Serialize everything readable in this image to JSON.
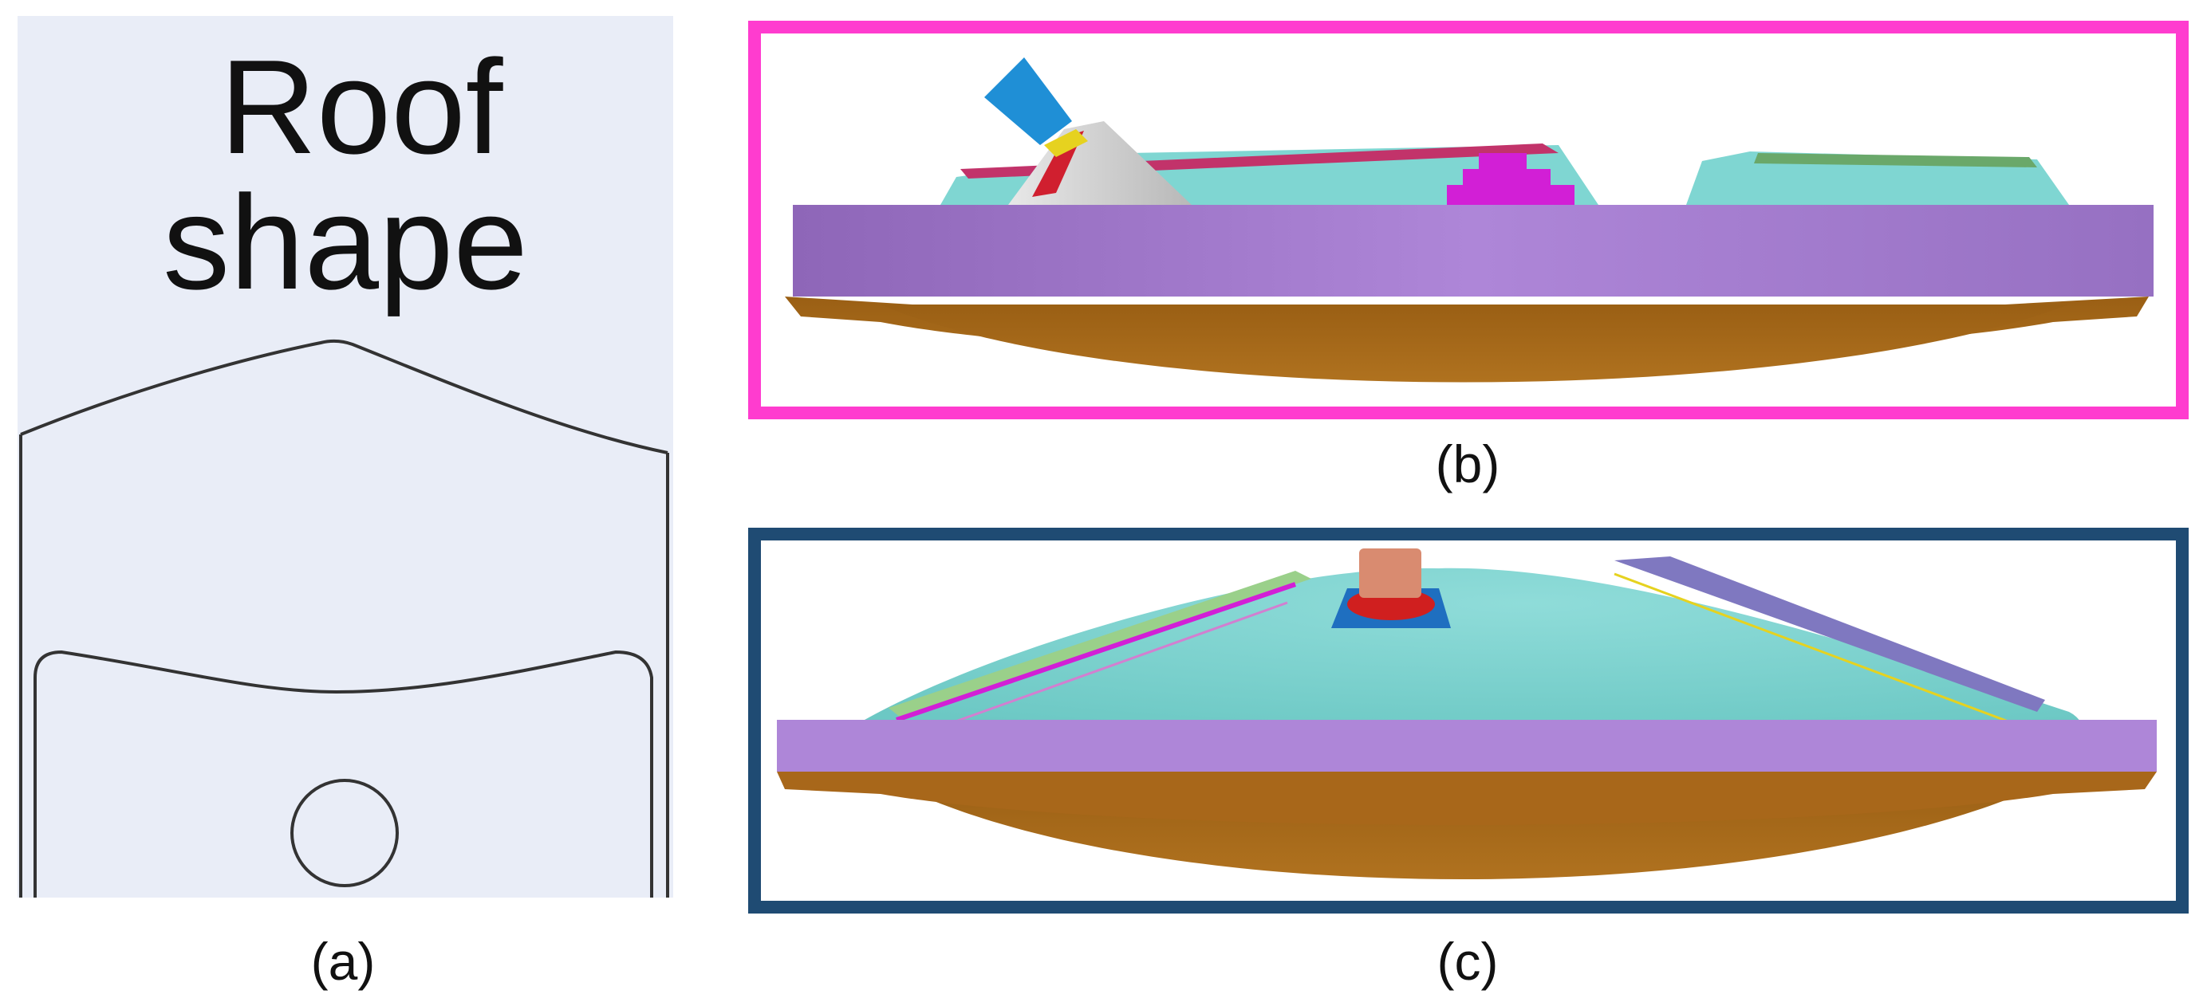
{
  "panel_a": {
    "title_line1": "Roof",
    "title_line2": "shape",
    "caption": "(a)"
  },
  "panel_b": {
    "caption": "(b)",
    "frame_color": "#ff3ccf"
  },
  "panel_c": {
    "caption": "(c)",
    "frame_color": "#1f4b73"
  },
  "colors": {
    "base_plate": "#a97fd4",
    "bottom_dome": "#a8671a",
    "roof_body": "#7fd6d2",
    "nozzle_blue": "#1f8fd6",
    "nozzle_copper": "#d98b70",
    "manifold_magenta": "#d21fd6"
  }
}
